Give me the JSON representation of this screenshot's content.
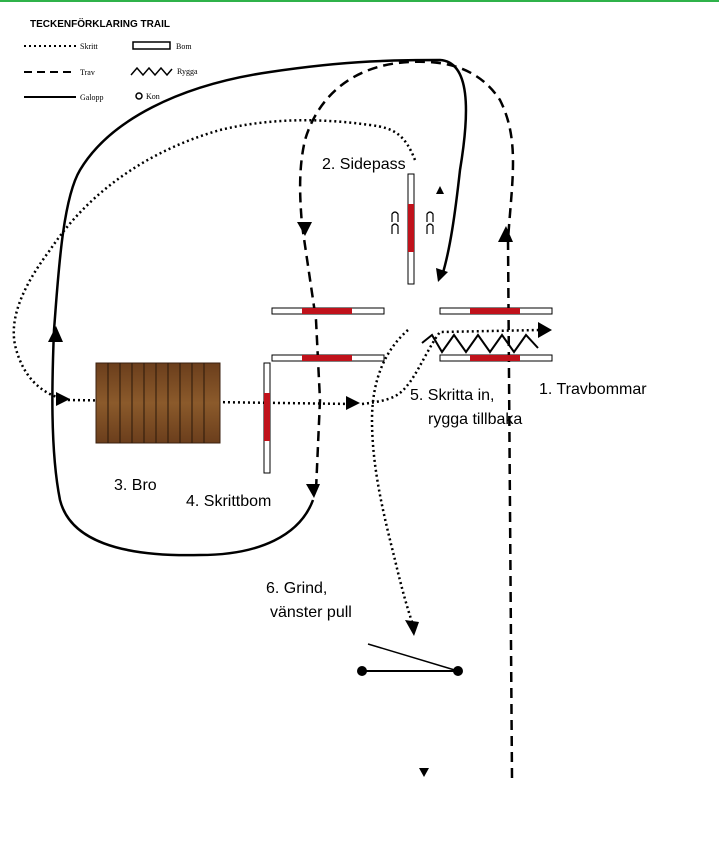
{
  "legend": {
    "title": "TECKENFÖRKLARING TRAIL",
    "skritt": "Skritt",
    "trav": "Trav",
    "galopp": "Galopp",
    "bom": "Bom",
    "rygga": "Rygga",
    "kon": "Kon"
  },
  "labels": {
    "travbommar": "1. Travbommar",
    "sidepass": "2. Sidepass",
    "bro": "3. Bro",
    "skrittbom": "4. Skrittbom",
    "skritta_line1": "5. Skritta in,",
    "skritta_line2": "rygga tillbaka",
    "grind_line1": "6. Grind,",
    "grind_line2": "vänster pull"
  },
  "colors": {
    "pole_mark": "#c0121b",
    "bridge": "#7a4a23",
    "accent_line": "#2fb24a"
  }
}
